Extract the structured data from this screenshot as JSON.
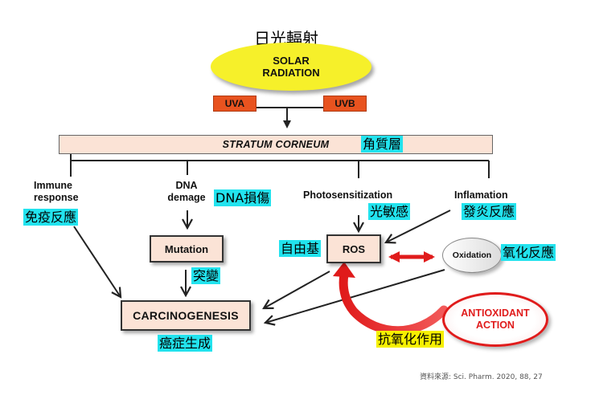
{
  "title": "日光輻射",
  "solar": {
    "line1": "SOLAR",
    "line2": "RADIATION"
  },
  "uva": "UVA",
  "uvb": "UVB",
  "stratum": "STRATUM CORNEUM",
  "stratum_cn": "角質層",
  "immune": {
    "line1": "Immune",
    "line2": "response",
    "cn": "免疫反應"
  },
  "dna": {
    "line1": "DNA",
    "line2": "demage",
    "cn": "DNA損傷"
  },
  "photo": {
    "en": "Photosensitization",
    "cn": "光敏感"
  },
  "inflam": {
    "en": "Inflamation",
    "cn": "發炎反應"
  },
  "mutation": {
    "en": "Mutation",
    "cn": "突變"
  },
  "ros": {
    "en": "ROS",
    "cn": "自由基"
  },
  "oxidation": {
    "en": "Oxidation",
    "cn": "氧化反應"
  },
  "carcino": {
    "en": "CARCINOGENESIS",
    "cn": "癌症生成"
  },
  "antiox": {
    "line1": "ANTIOXIDANT",
    "line2": "ACTION",
    "cn": "抗氧化作用"
  },
  "source": "資料來源: Sci. Pharm. 2020, 88, 27",
  "colors": {
    "sun_fill": "#f6f02a",
    "uv_box": "#e8531f",
    "box_fill": "#fbe3d6",
    "highlight_cyan": "#22e3ee",
    "highlight_yellow": "#f6f000",
    "red_arrow": "#e01b1b"
  }
}
